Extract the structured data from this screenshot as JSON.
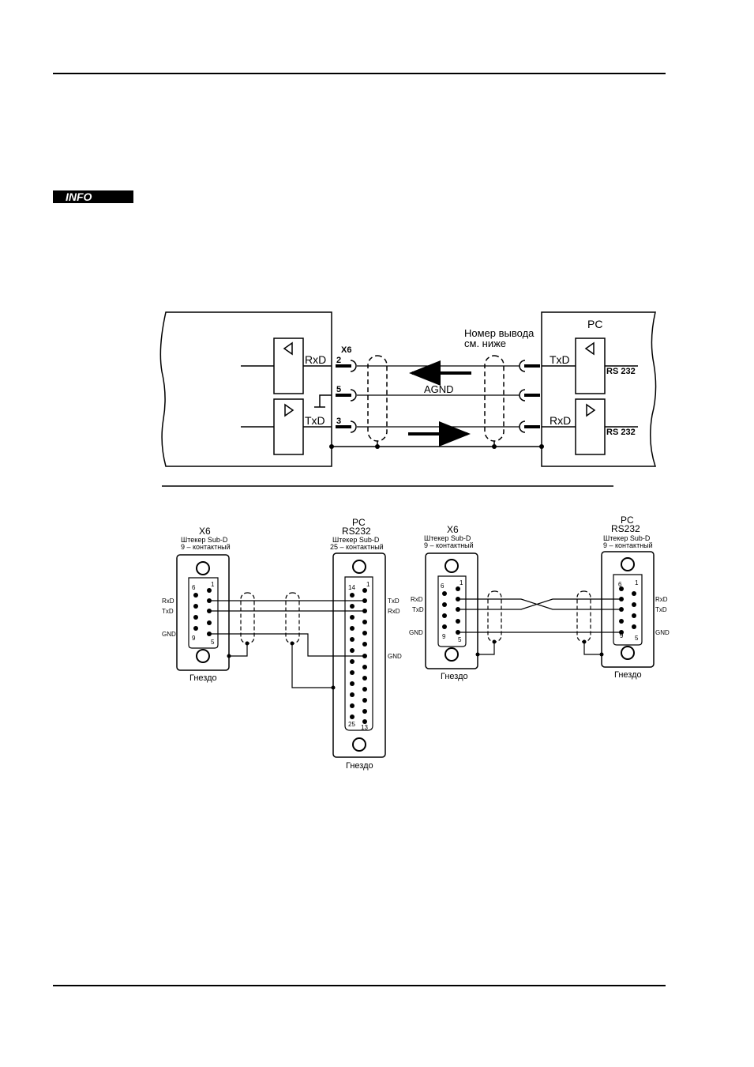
{
  "badge": {
    "info": "INFO"
  },
  "top_diagram": {
    "pc_title": "PC",
    "pin_note_line1": "Номер вывода",
    "pin_note_line2": "см. ниже",
    "connector": "X6",
    "pin_2": "2",
    "pin_5": "5",
    "pin_3": "3",
    "left_rxd": "RxD",
    "left_txd": "TxD",
    "agnd": "AGND",
    "right_txd": "TxD",
    "right_rxd": "RxD",
    "rs232_top": "RS 232",
    "rs232_bottom": "RS 232"
  },
  "bottom_left": {
    "x6": "X6",
    "x6_plug": "Штекер Sub-D",
    "x6_pins": "9 – контактный",
    "pc": "PC",
    "pc_rs232": "RS232",
    "pc_plug": "Штекер Sub-D",
    "pc_pins": "25 – контактный",
    "rxd": "RxD",
    "txd": "TxD",
    "gnd": "GND",
    "pc_txd": "TxD",
    "pc_rxd": "RxD",
    "pc_gnd": "GND",
    "n6": "6",
    "n1": "1",
    "n9": "9",
    "n5": "5",
    "n14": "14",
    "n1b": "1",
    "n25": "25",
    "n13": "13",
    "socket_left": "Гнездо",
    "socket_pc": "Гнездо"
  },
  "bottom_right": {
    "x6": "X6",
    "x6_plug": "Штекер Sub-D",
    "x6_pins": "9 – контактный",
    "pc": "PC",
    "pc_rs232": "RS232",
    "pc_plug": "Штекер Sub-D",
    "pc_pins": "9 – контактный",
    "rxd": "RxD",
    "txd": "TxD",
    "gnd": "GND",
    "pc_rxd": "RxD",
    "pc_txd": "TxD",
    "pc_gnd": "GND",
    "n6": "6",
    "n1": "1",
    "n9": "9",
    "n5": "5",
    "m6": "6",
    "m1": "1",
    "m9": "9",
    "m5": "5",
    "socket_left": "Гнездо",
    "socket_pc": "Гнездо"
  }
}
